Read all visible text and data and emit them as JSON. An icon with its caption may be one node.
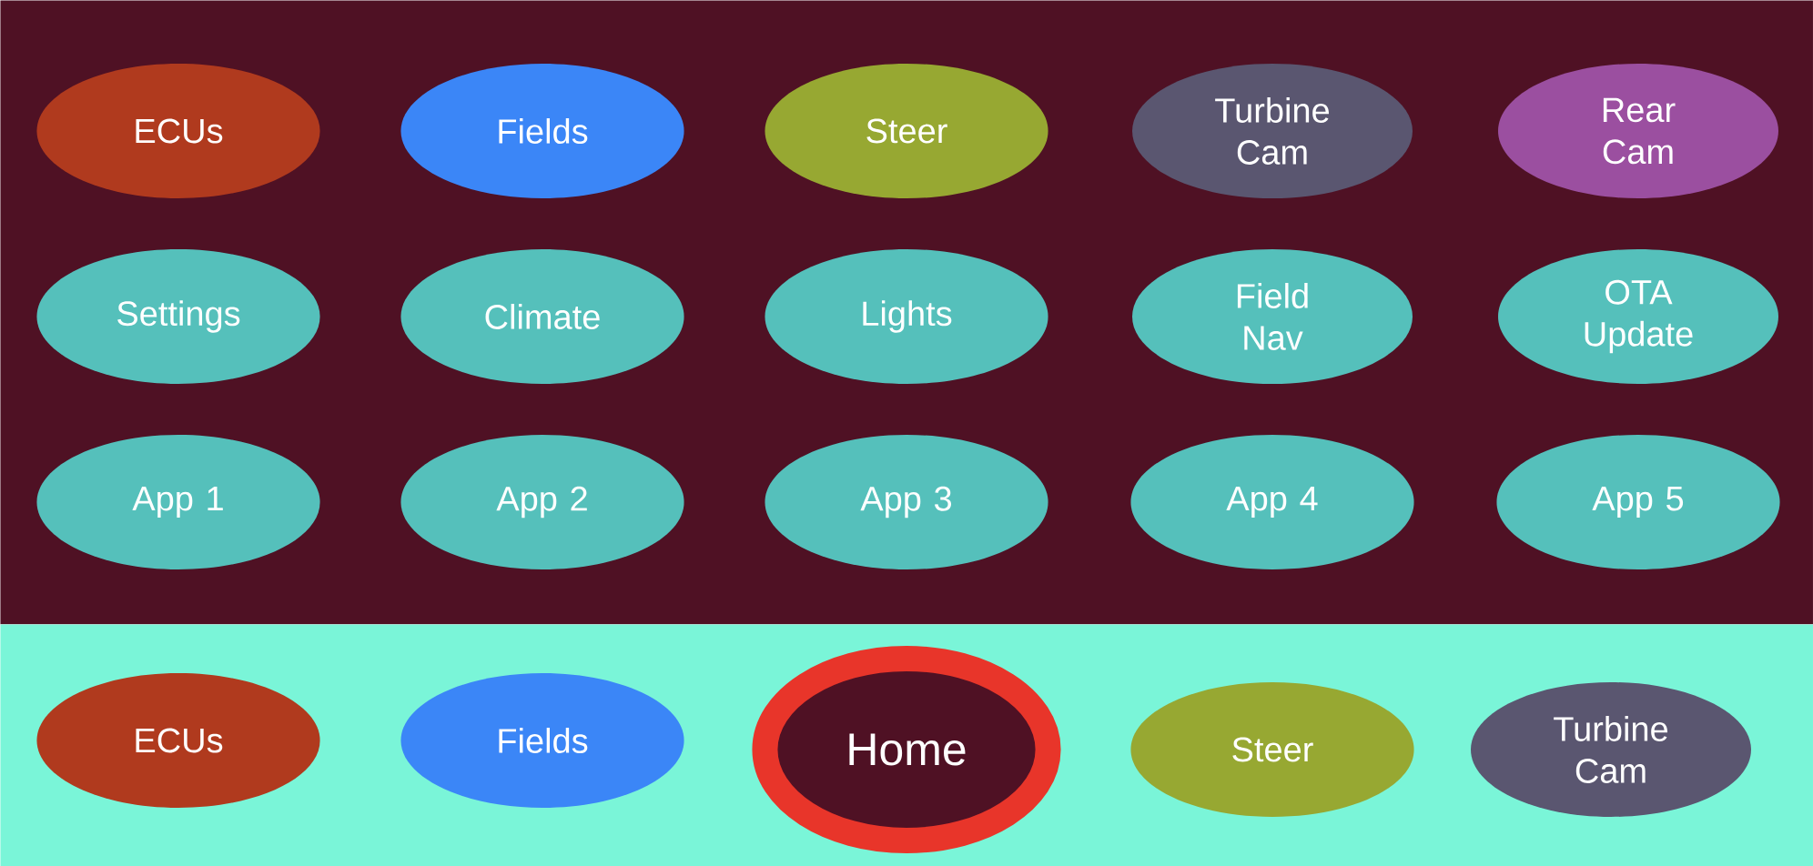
{
  "diagram": {
    "nodes": [
      {
        "text": [],
        "shape": "box"
      },
      {
        "text": [
          "ECUs"
        ],
        "in": 0
      },
      {
        "text": [
          "Fields"
        ],
        "in": 0
      },
      {
        "text": [
          "Steer"
        ],
        "in": 0
      },
      {
        "text": [
          "Turbine Cam"
        ],
        "in": 0
      },
      {
        "text": [
          "Rear Cam"
        ],
        "in": 0
      },
      {
        "text": [
          "Settings"
        ],
        "in": 0
      },
      {
        "text": [
          "Climate"
        ],
        "in": 0
      },
      {
        "text": [
          "Lights"
        ],
        "in": 0
      },
      {
        "text": [
          "Field Nav"
        ],
        "in": 0
      },
      {
        "text": [
          "OTA Update"
        ],
        "in": 0
      },
      {
        "text": [
          "App 1"
        ],
        "in": 0
      },
      {
        "text": [
          "App 2"
        ],
        "in": 0
      },
      {
        "text": [
          "App 3"
        ],
        "in": 0
      },
      {
        "text": [
          "App 4"
        ],
        "in": 0
      },
      {
        "text": [
          "App 5"
        ],
        "in": 0
      },
      {
        "text": [],
        "shape": "box"
      },
      {
        "text": [
          "ECUs"
        ],
        "in": 16
      },
      {
        "text": [
          "Fields"
        ],
        "in": 16
      },
      {
        "text": [
          "Home"
        ],
        "in": 16
      },
      {
        "text": [
          "Steer"
        ],
        "in": 16
      },
      {
        "text": [
          "Turbine Cam"
        ],
        "in": 16
      }
    ]
  }
}
